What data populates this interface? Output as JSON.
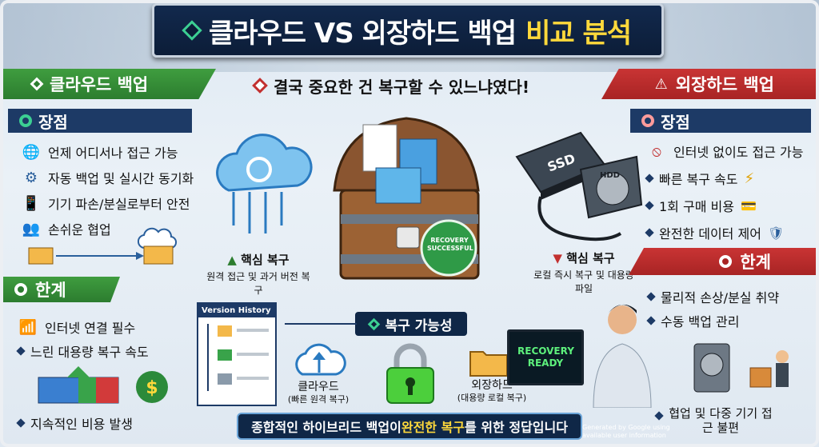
{
  "banner": {
    "title_main": "클라우드 VS 외장하드 백업",
    "title_highlight": "비교 분석"
  },
  "question": "결국 중요한 건 복구할 수 있느냐였다!",
  "cloud": {
    "header": "클라우드 백업",
    "pros_header": "장점",
    "pros": [
      "언제 어디서나 접근 가능",
      "자동 백업 및 실시간 동기화",
      "기기 파손/분실로부터 안전",
      "손쉬운 협업"
    ],
    "cons_header": "한계",
    "cons": [
      "인터넷 연결 필수",
      "느린 대용량 복구 속도",
      "지속적인 비용 발생"
    ],
    "core_title": "핵심 복구",
    "core_desc": "원격 접근 및 과거 버전 복구"
  },
  "hdd": {
    "header": "외장하드 백업",
    "pros_header": "장점",
    "pros": [
      "인터넷 없이도 접근 가능",
      "빠른 복구 속도",
      "1회 구매 비용",
      "완전한 데이터 제어"
    ],
    "cons_header": "한계",
    "cons": [
      "물리적 손상/분실 취약",
      "수동 백업 관리",
      "협업 및 다중 기기 접근 불편"
    ],
    "core_title": "핵심 복구",
    "core_desc": "로컬 즉시 복구 및 대용량 파일",
    "ssd": "SSD",
    "hdd_label": "HDD"
  },
  "center": {
    "badge": "RECOVERY SUCCESSFUL",
    "version_history": "Version History",
    "recovery_possible": "복구 가능성",
    "cloud_label": "클라우드",
    "cloud_sub": "(빠른 원격 복구)",
    "hdd_label": "외장하드",
    "hdd_sub": "(대용량 로컬 복구)",
    "screen_text": "RECOVERY READY"
  },
  "bottom": {
    "pre": "종합적인 하이브리드 백업이 ",
    "highlight": "완전한 복구",
    "post": "를 위한 정답입니다"
  },
  "watermark": "Generated by Google using available user information"
}
